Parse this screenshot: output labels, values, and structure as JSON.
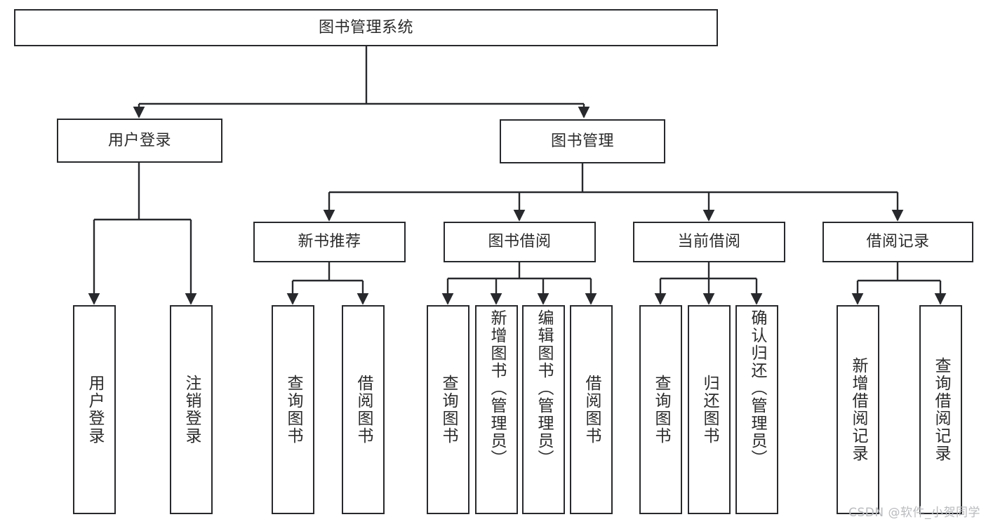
{
  "diagram": {
    "title": "图书管理系统",
    "watermark": "CSDN @软件_小贺同学",
    "line_color": "#27292c",
    "box_fill": "#ffffff",
    "text_color": "#2b2b2b",
    "levels": {
      "root": {
        "label": "图书管理系统"
      },
      "level2": [
        {
          "id": "user-login",
          "label": "用户登录"
        },
        {
          "id": "book-management",
          "label": "图书管理"
        }
      ],
      "level3": [
        {
          "id": "new-book-recommend",
          "label": "新书推荐"
        },
        {
          "id": "book-borrow",
          "label": "图书借阅"
        },
        {
          "id": "current-borrow",
          "label": "当前借阅"
        },
        {
          "id": "borrow-record",
          "label": "借阅记录"
        }
      ],
      "leaves": {
        "user_login": [
          {
            "id": "leaf-user-login",
            "label": "用户登录"
          },
          {
            "id": "leaf-logout-login",
            "label": "注销登录"
          }
        ],
        "new_book_recommend": [
          {
            "id": "leaf-query-book-1",
            "label": "查询图书"
          },
          {
            "id": "leaf-borrow-book-1",
            "label": "借阅图书"
          }
        ],
        "book_borrow": [
          {
            "id": "leaf-query-book-2",
            "label": "查询图书"
          },
          {
            "id": "leaf-add-book",
            "label": "新增图书（管理员）"
          },
          {
            "id": "leaf-edit-book",
            "label": "编辑图书（管理员）"
          },
          {
            "id": "leaf-borrow-book-2",
            "label": "借阅图书"
          }
        ],
        "current_borrow": [
          {
            "id": "leaf-query-book-3",
            "label": "查询图书"
          },
          {
            "id": "leaf-return-book",
            "label": "归还图书"
          },
          {
            "id": "leaf-confirm-return",
            "label": "确认归还（管理员）"
          }
        ],
        "borrow_record": [
          {
            "id": "leaf-add-record",
            "label": "新增借阅记录"
          },
          {
            "id": "leaf-query-record",
            "label": "查询借阅记录"
          }
        ]
      }
    }
  }
}
